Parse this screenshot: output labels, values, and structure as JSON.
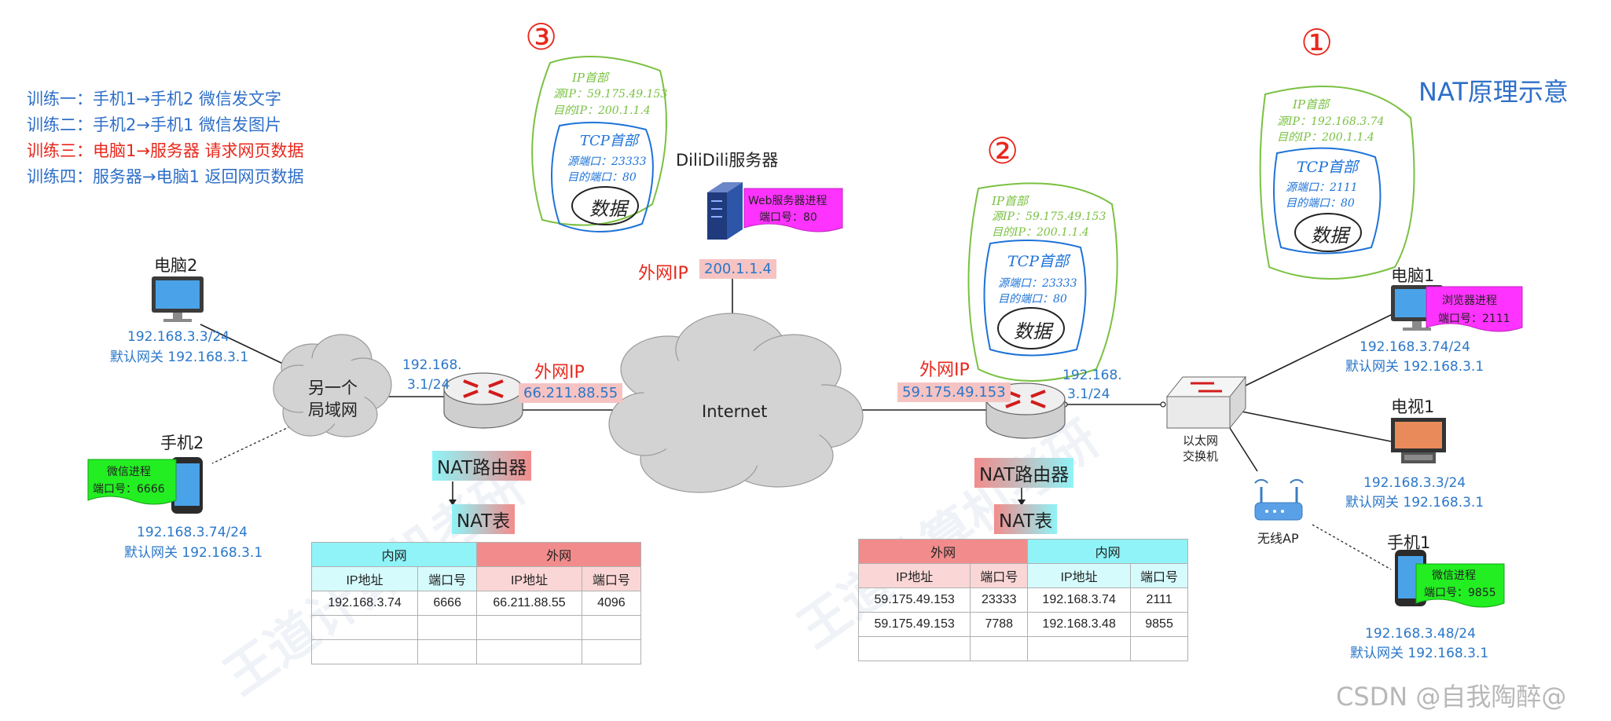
{
  "training": [
    {
      "text": "训练一：手机1→手机2 微信发文字",
      "color": "#2f6fc8"
    },
    {
      "text": "训练二：手机2→手机1 微信发图片",
      "color": "#2f6fc8"
    },
    {
      "text": "训练三：电脑1→服务器 请求网页数据",
      "color": "#e8281d"
    },
    {
      "text": "训练四：服务器→电脑1 返回网页数据",
      "color": "#2f6fc8"
    }
  ],
  "nat_title": "NAT原理示意",
  "markers": {
    "one": "①",
    "two": "②",
    "three": "③"
  },
  "pc2": {
    "name": "电脑2",
    "ip": "192.168.3.3/24",
    "gw": "默认网关 192.168.3.1"
  },
  "phone2": {
    "name": "手机2",
    "process": "微信进程",
    "port": "端口号：6666",
    "ip": "192.168.3.74/24",
    "gw": "默认网关 192.168.3.1"
  },
  "lan_cloud": {
    "line1": "另一个",
    "line2": "局域网"
  },
  "router_left": {
    "lan_ip_1": "192.168.",
    "lan_ip_2": "3.1/24",
    "wan_label": "外网IP",
    "wan_ip": "66.211.88.55",
    "label": "NAT路由器",
    "table_label": "NAT表"
  },
  "internet": "Internet",
  "server": {
    "name": "DiliDili服务器",
    "process": "Web服务器进程",
    "port": "端口号：80",
    "wan_label": "外网IP",
    "wan_ip": "200.1.1.4"
  },
  "router_right": {
    "wan_label": "外网IP",
    "wan_ip": "59.175.49.153",
    "lan_ip_1": "192.168.",
    "lan_ip_2": "3.1/24",
    "label": "NAT路由器",
    "table_label": "NAT表"
  },
  "switch": {
    "line1": "以太网",
    "line2": "交换机"
  },
  "ap": {
    "name": "无线AP"
  },
  "pc1": {
    "name": "电脑1",
    "process": "浏览器进程",
    "port": "端口号：2111",
    "ip": "192.168.3.74/24",
    "gw": "默认网关 192.168.3.1"
  },
  "tv1": {
    "name": "电视1",
    "ip": "192.168.3.3/24",
    "gw": "默认网关 192.168.3.1"
  },
  "phone1": {
    "name": "手机1",
    "process": "微信进程",
    "port": "端口号：9855",
    "ip": "192.168.3.48/24",
    "gw": "默认网关 192.168.3.1"
  },
  "packets": {
    "p1": {
      "ip_header": "IP首部",
      "src_ip": "源IP：192.168.3.74",
      "dst_ip": "目的IP：200.1.1.4",
      "tcp_header": "TCP首部",
      "src_port": "源端口：2111",
      "dst_port": "目的端口：80",
      "payload": "数据"
    },
    "p2": {
      "ip_header": "IP首部",
      "src_ip": "源IP：59.175.49.153",
      "dst_ip": "目的IP：200.1.1.4",
      "tcp_header": "TCP首部",
      "src_port": "源端口：23333",
      "dst_port": "目的端口：80",
      "payload": "数据"
    },
    "p3": {
      "ip_header": "IP首部",
      "src_ip": "源IP：59.175.49.153",
      "dst_ip": "目的IP：200.1.1.4",
      "tcp_header": "TCP首部",
      "src_port": "源端口：23333",
      "dst_port": "目的端口：80",
      "payload": "数据"
    }
  },
  "nat_table_left": {
    "group1": "内网",
    "group2": "外网",
    "headers": [
      "IP地址",
      "端口号",
      "IP地址",
      "端口号"
    ],
    "rows": [
      [
        "192.168.3.74",
        "6666",
        "66.211.88.55",
        "4096"
      ],
      [
        "",
        "",
        "",
        ""
      ],
      [
        "",
        "",
        "",
        ""
      ]
    ]
  },
  "nat_table_right": {
    "group1": "外网",
    "group2": "内网",
    "headers": [
      "IP地址",
      "端口号",
      "IP地址",
      "端口号"
    ],
    "rows": [
      [
        "59.175.49.153",
        "23333",
        "192.168.3.74",
        "2111"
      ],
      [
        "59.175.49.153",
        "7788",
        "192.168.3.48",
        "9855"
      ],
      [
        "",
        "",
        "",
        ""
      ]
    ]
  },
  "watermark": "CSDN @自我陶醉@",
  "colors": {
    "blue": "#2f6fc8",
    "red": "#e8281d",
    "green_sketch": "#7ac142",
    "blue_sketch": "#1e73d8",
    "magenta": "#ff33ff",
    "green_tag": "#22ee22",
    "cyan": "#8ff3f7",
    "pink": "#f28c8c"
  }
}
